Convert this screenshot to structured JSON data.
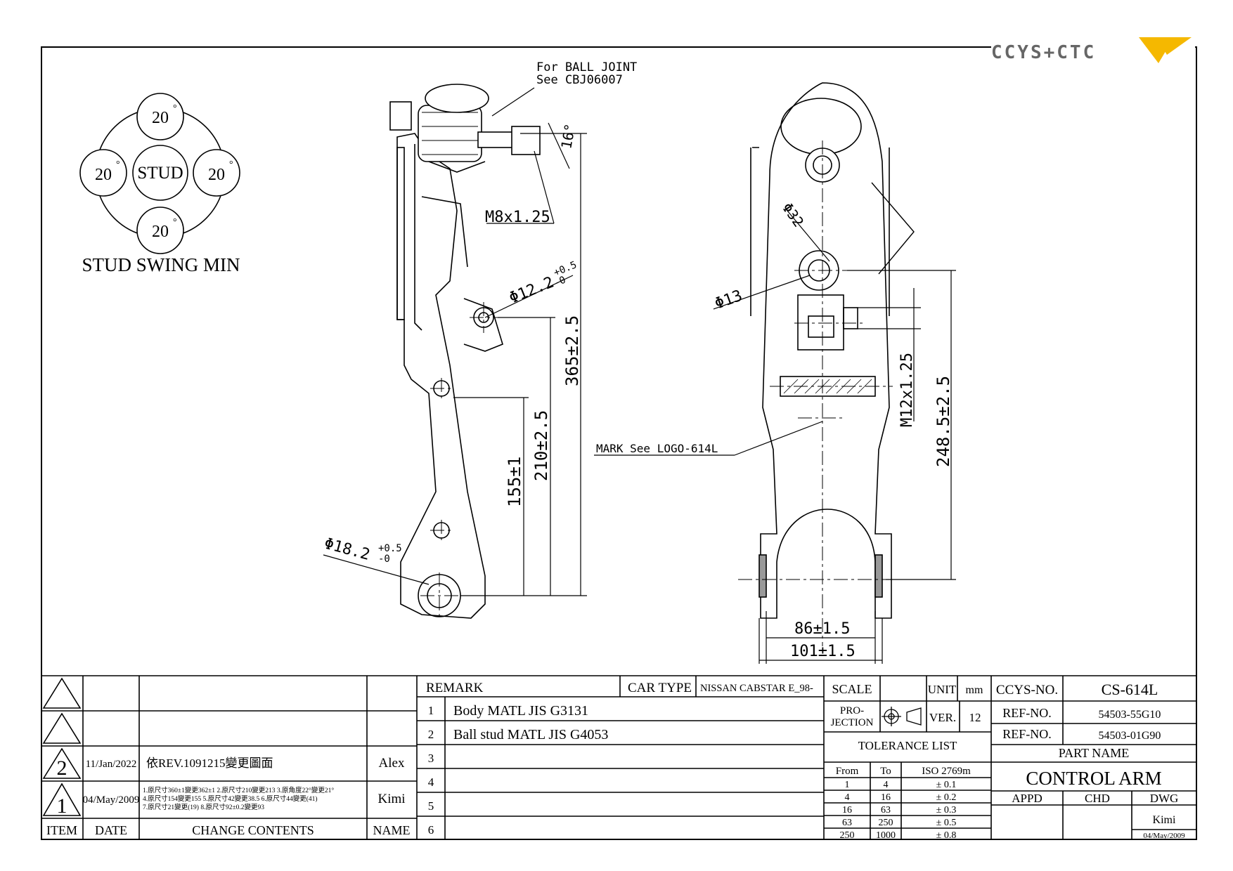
{
  "brand": {
    "logo_text": "CCYS+CTC"
  },
  "stud_swing": {
    "top": "20",
    "left": "20",
    "right": "20",
    "bottom": "20",
    "center": "STUD",
    "deg": "°",
    "caption": "STUD SWING MIN"
  },
  "side_view": {
    "ball_joint_note_1": "For BALL JOINT",
    "ball_joint_note_2": "See CBJ06007",
    "angle": "16°",
    "thread": "M8x1.25",
    "hole_dia": "Φ12.2",
    "hole_tol_plus": "+0.5",
    "hole_tol_minus": "-0",
    "dim_365": "365±2.5",
    "dim_210": "210±2.5",
    "dim_155": "155±1",
    "bush_dia": "Φ18.2",
    "bush_tol_plus": "+0.5",
    "bush_tol_minus": "-0"
  },
  "front_view": {
    "dia_32": "Φ32",
    "dia_13": "Φ13",
    "thread": "M12x1.25",
    "dim_248": "248.5±2.5",
    "mark_note": "MARK See LOGO-614L",
    "dim_86": "86±1.5",
    "dim_101": "101±1.5"
  },
  "revisions": {
    "rows": [
      {
        "item": "2",
        "date": "11/Jan/2022",
        "change": "依REV.1091215變更圖面",
        "name": "Alex"
      },
      {
        "item": "1",
        "date": "04/May/2009",
        "change_lines": [
          "1.原尺寸360±1變更362±1  2.原尺寸210變更213  3.原角度22°變更21°",
          "4.原尺寸154變更155  5.原尺寸42變更38.5 6.原尺寸44變更(41)",
          "7.原尺寸21變更(19)  8.原尺寸92±0.2變更93"
        ],
        "name": "Kimi"
      }
    ],
    "headers": {
      "item": "ITEM",
      "date": "DATE",
      "change": "CHANGE CONTENTS",
      "name": "NAME"
    }
  },
  "remarks": {
    "header": "REMARK",
    "car_type_label": "CAR TYPE",
    "car_type": "NISSAN CABSTAR E_98-",
    "items": [
      {
        "no": "1",
        "text": "Body MATL JIS G3131"
      },
      {
        "no": "2",
        "text": "Ball stud MATL JIS G4053"
      },
      {
        "no": "3",
        "text": ""
      },
      {
        "no": "4",
        "text": ""
      },
      {
        "no": "5",
        "text": ""
      },
      {
        "no": "6",
        "text": ""
      }
    ]
  },
  "scale": {
    "scale_label": "SCALE",
    "scale_value": "",
    "unit_label": "UNIT",
    "unit_value": "mm",
    "projection_label_1": "PRO-",
    "projection_label_2": "JECTION",
    "ver_label": "VER.",
    "ver_value": "12"
  },
  "tolerance": {
    "title": "TOLERANCE LIST",
    "headers": [
      "From",
      "To",
      "ISO 2769m"
    ],
    "rows": [
      [
        "1",
        "4",
        "± 0.1"
      ],
      [
        "4",
        "16",
        "± 0.2"
      ],
      [
        "16",
        "63",
        "± 0.3"
      ],
      [
        "63",
        "250",
        "± 0.5"
      ],
      [
        "250",
        "1000",
        "± 0.8"
      ]
    ]
  },
  "title_block": {
    "ccys_label": "CCYS-NO.",
    "ccys_value": "CS-614L",
    "ref1_label": "REF-NO.",
    "ref1_value": "54503-55G10",
    "ref2_label": "REF-NO.",
    "ref2_value": "54503-01G90",
    "part_name_label": "PART NAME",
    "part_name": "CONTROL ARM",
    "appd": "APPD",
    "chd": "CHD",
    "dwg": "DWG",
    "dwg_name": "Kimi",
    "dwg_date": "04/May/2009"
  }
}
